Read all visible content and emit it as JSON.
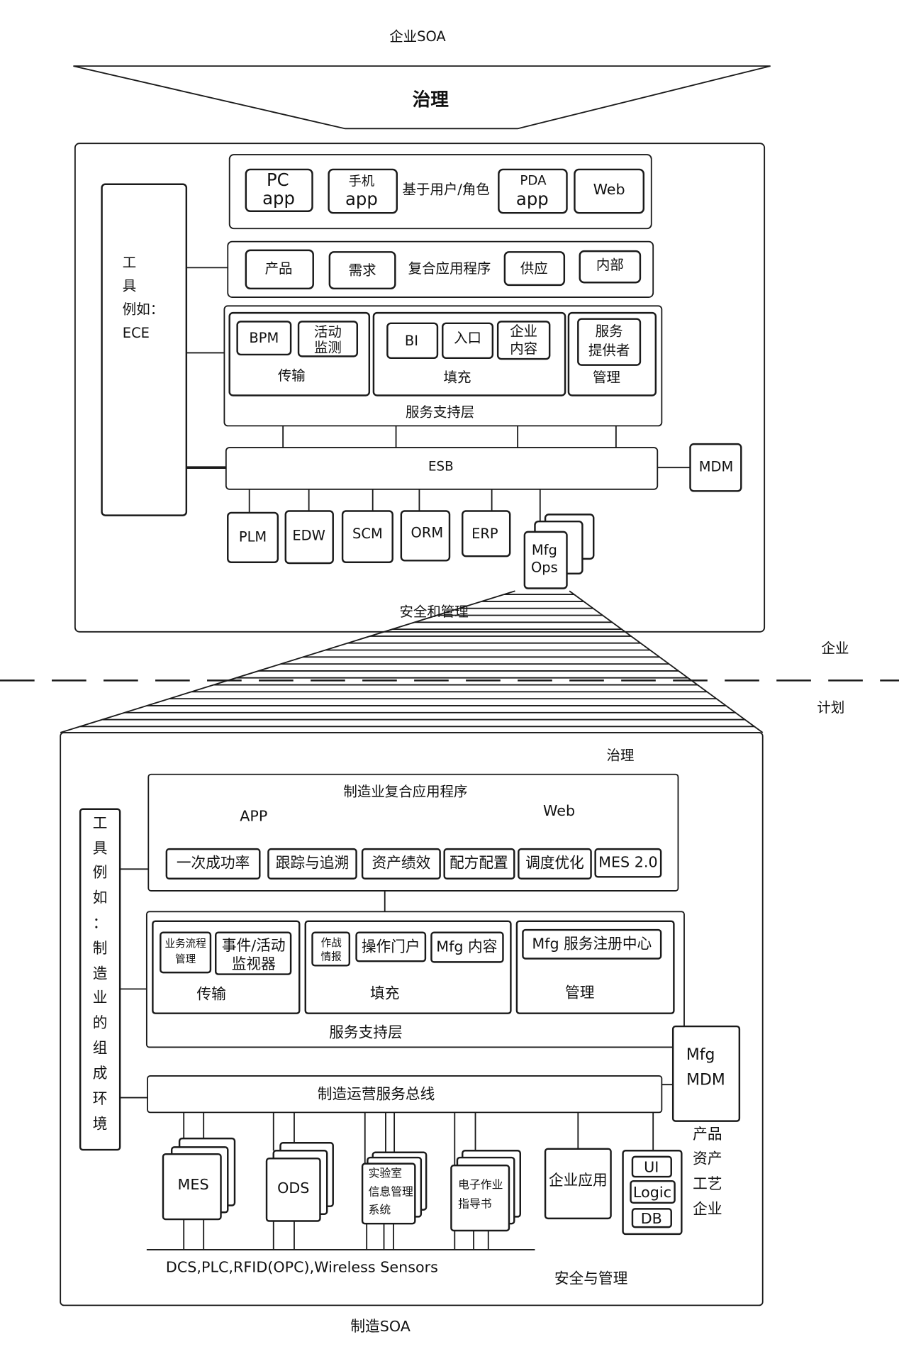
{
  "enterprise_soa": {
    "title": "企业SOA",
    "governance": "治理",
    "tools": [
      "工",
      "具",
      "例如：",
      "ECE"
    ],
    "user_role_layer": {
      "label": "基于用户/角色",
      "items": [
        [
          "PC",
          "app"
        ],
        [
          "手机",
          "app"
        ],
        [
          "PDA",
          "app"
        ],
        [
          "Web"
        ]
      ]
    },
    "composite_apps": {
      "label": "复合应用程序",
      "items": [
        "产品",
        "需求",
        "供应",
        "内部"
      ]
    },
    "service_support": {
      "label": "服务支持层",
      "transport": {
        "label": "传输",
        "items": [
          [
            "BPM"
          ],
          [
            "活动",
            "监测"
          ]
        ]
      },
      "fill": {
        "label": "填充",
        "items": [
          [
            "BI"
          ],
          [
            "入口"
          ],
          [
            "企业",
            "内容"
          ]
        ]
      },
      "management": {
        "label": "管理",
        "items": [
          [
            "服务",
            "提供者"
          ]
        ]
      }
    },
    "esb": "ESB",
    "mdm": "MDM",
    "systems": [
      "PLM",
      "EDW",
      "SCM",
      "ORM",
      "ERP"
    ],
    "mfg_ops": [
      "Mfg",
      "Ops"
    ],
    "security": "安全和管理"
  },
  "divider": {
    "upper": "企业",
    "lower": "计划"
  },
  "manufacturing_soa": {
    "title": "制造SOA",
    "governance": "治理",
    "tools": [
      "工",
      "具",
      "例",
      "如",
      "：",
      "制",
      "造",
      "业",
      "的",
      "组",
      "成",
      "环",
      "境"
    ],
    "composite_apps": {
      "label": "制造业复合应用程序",
      "app_label": "APP",
      "web_label": "Web",
      "items": [
        "一次成功率",
        "跟踪与追溯",
        "资产绩效",
        "配方配置",
        "调度优化",
        "MES 2.0"
      ]
    },
    "service_support": {
      "label": "服务支持层",
      "transport": {
        "label": "传输",
        "items": [
          [
            "业务流程",
            "管理"
          ],
          [
            "事件/活动",
            "监视器"
          ]
        ]
      },
      "fill": {
        "label": "填充",
        "items": [
          [
            "作战",
            "情报"
          ],
          [
            "操作门户"
          ],
          [
            "Mfg 内容"
          ]
        ]
      },
      "management": {
        "label": "管理",
        "items": [
          [
            "Mfg 服务注册中心"
          ]
        ]
      }
    },
    "bus": "制造运营服务总线",
    "mfg_mdm": [
      "Mfg",
      "MDM"
    ],
    "mdm_domains": [
      "产品",
      "资产",
      "工艺",
      "企业"
    ],
    "systems": [
      [
        "MES"
      ],
      [
        "ODS"
      ],
      [
        "实验室",
        "信息管理",
        "系统"
      ],
      [
        "电子作业",
        "指导书"
      ],
      [
        "企业应用"
      ]
    ],
    "app_stack": [
      "UI",
      "Logic",
      "DB"
    ],
    "field_devices": "DCS,PLC,RFID(OPC),Wireless Sensors",
    "security": "安全与管理"
  }
}
